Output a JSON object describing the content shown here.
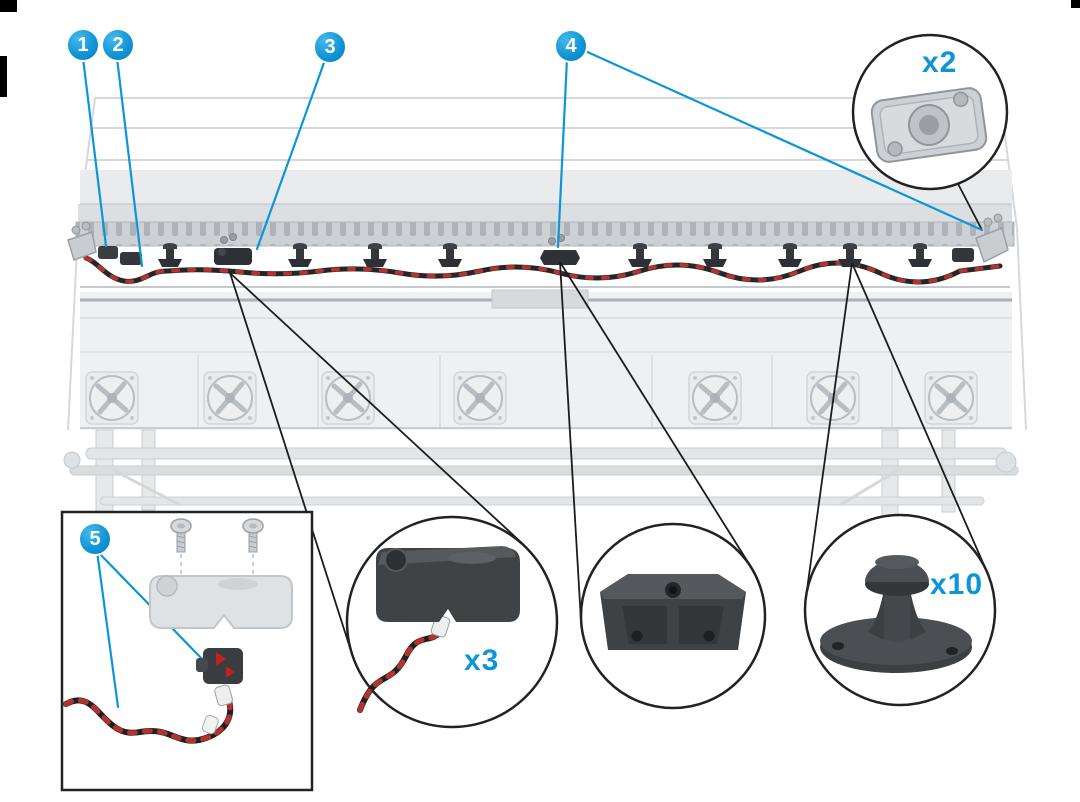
{
  "callouts": [
    {
      "label": "1"
    },
    {
      "label": "2"
    },
    {
      "label": "3"
    },
    {
      "label": "4"
    },
    {
      "label": "5"
    }
  ],
  "quantities": {
    "corner_bracket": "x2",
    "cable_latch": "x3",
    "support_pin": "x10"
  },
  "colors": {
    "accent_blue": "#0C96D6",
    "part_dark": "#3E4245",
    "cable_red": "#B5332C",
    "outline_black": "#222222"
  }
}
